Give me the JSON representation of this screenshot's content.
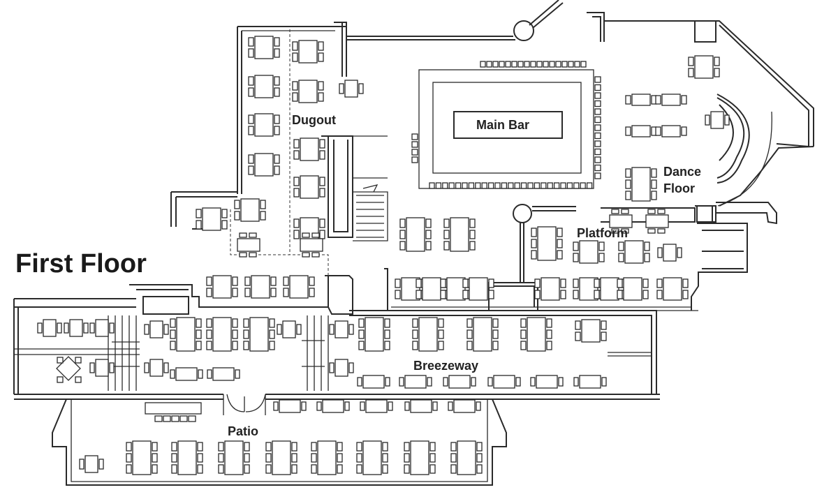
{
  "floor_title": "First Floor",
  "areas": {
    "dugout": "Dugout",
    "main_bar": "Main Bar",
    "dance_floor_line1": "Dance",
    "dance_floor_line2": "Floor",
    "platform": "Platform",
    "breezeway": "Breezeway",
    "patio": "Patio"
  }
}
